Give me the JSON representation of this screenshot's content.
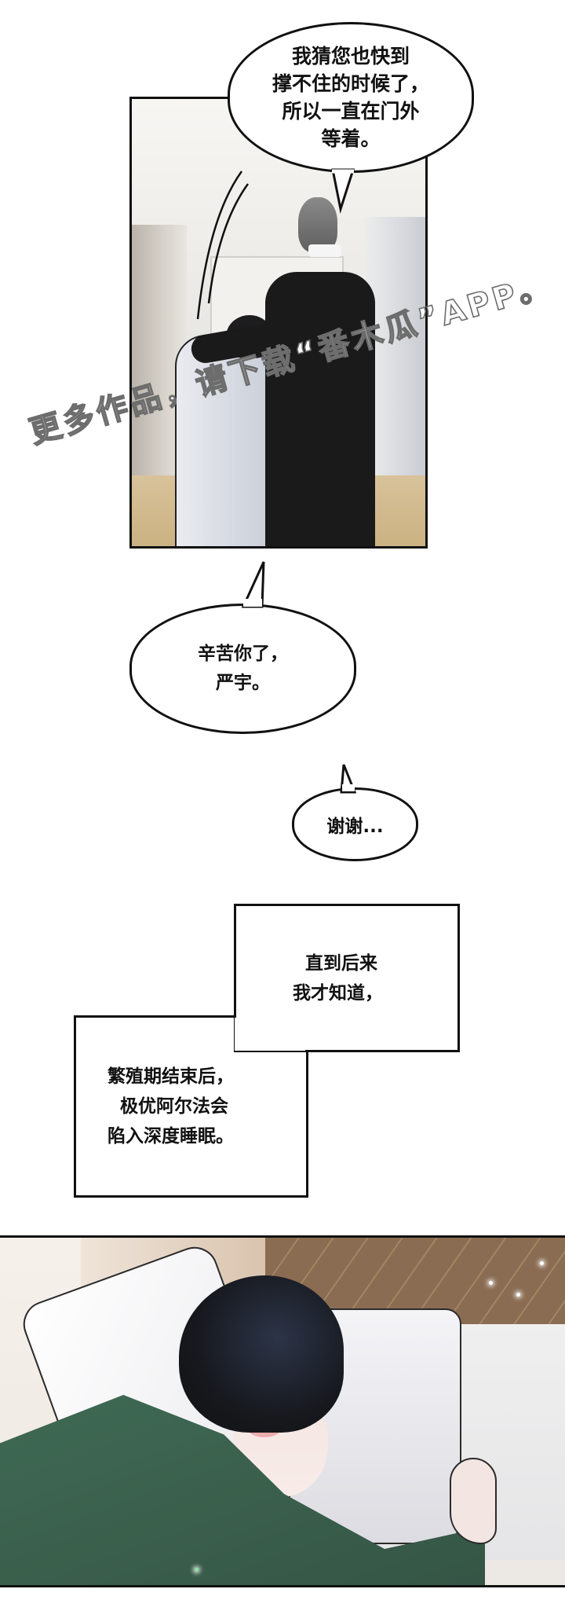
{
  "comic": {
    "panels": [
      {
        "id": "panel-1",
        "description": "Butler in black suit supporting dark-haired man in white robe, walking down a hallway",
        "speech": [
          {
            "lines": [
              "我猜您也快到",
              "撑不住的时候了，",
              "所以一直在门外",
              "等着。"
            ]
          }
        ]
      },
      {
        "id": "panel-2",
        "description": "Dark-haired man in green jacket asleep on white pillow, blushing",
        "speech": []
      }
    ],
    "floating_bubbles": [
      {
        "lines": [
          "辛苦你了，",
          "严宇。"
        ]
      },
      {
        "lines": [
          "谢谢..."
        ]
      }
    ],
    "captions": [
      {
        "lines": [
          "直到后来",
          "我才知道，"
        ]
      },
      {
        "lines": [
          "繁殖期结束后，",
          "极优阿尔法会",
          "陷入深度睡眠。"
        ]
      }
    ],
    "watermark": {
      "text": "更多作品，请下载“番木瓜”APP。"
    }
  },
  "colors": {
    "ink": "#111111",
    "paper": "#ffffff",
    "suit": "#1a1a1a",
    "jacket_green": "#3f6a55",
    "headboard_brown": "#8a6c52",
    "floor_tan": "#d8c29a",
    "watermark_stroke": "#6d6d6d"
  }
}
